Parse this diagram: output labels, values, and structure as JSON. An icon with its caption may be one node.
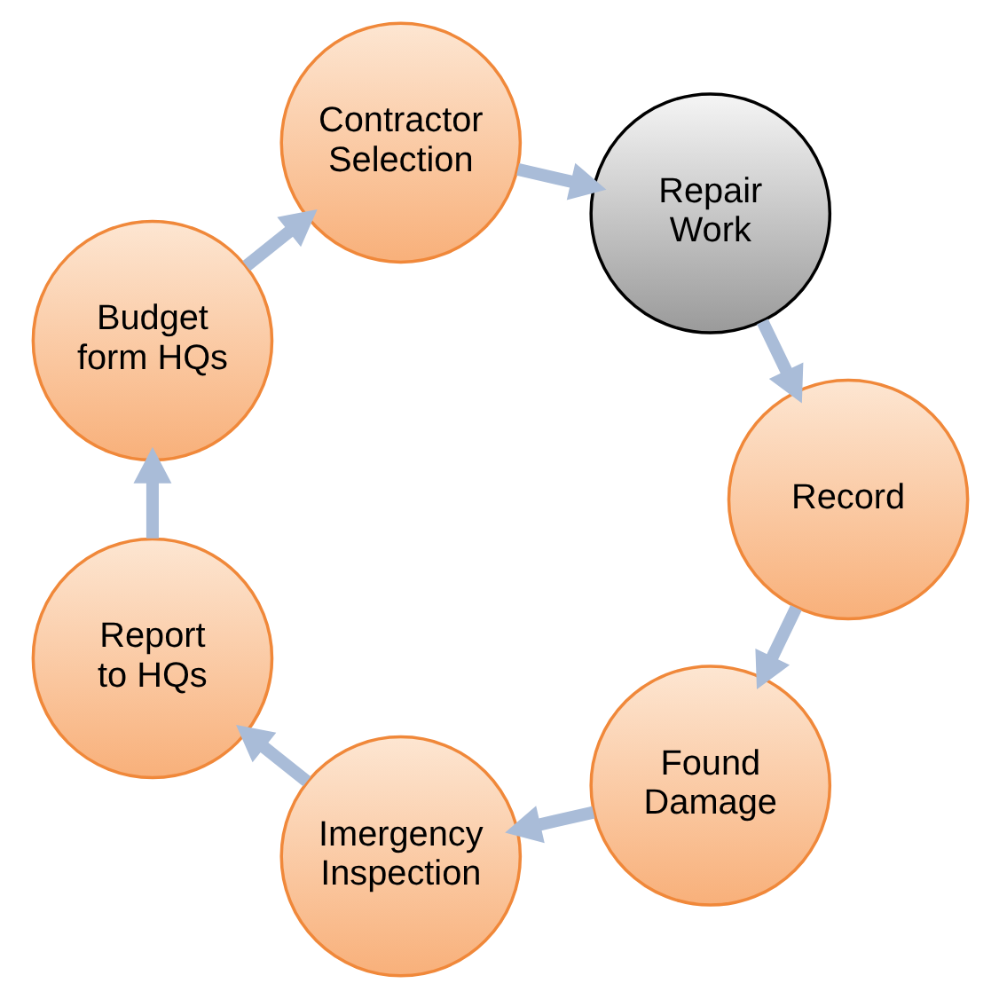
{
  "diagram": {
    "nodes": [
      {
        "text": [
          "Found Damage"
        ]
      },
      {
        "text": [
          "Imergency Inspection"
        ]
      },
      {
        "text": [
          "Report to HQs"
        ]
      },
      {
        "text": [
          "Budget form HQs"
        ]
      },
      {
        "text": [
          "Contractor Selection"
        ]
      },
      {
        "text": [
          "Repair Work"
        ]
      },
      {
        "text": [
          "Record"
        ]
      }
    ],
    "edges": [
      {
        "from": 0,
        "to": 1,
        "arrow": "to"
      },
      {
        "from": 1,
        "to": 2,
        "arrow": "to"
      },
      {
        "from": 2,
        "to": 3,
        "arrow": "to"
      },
      {
        "from": 3,
        "to": 4,
        "arrow": "to"
      },
      {
        "from": 4,
        "to": 5,
        "arrow": "to"
      },
      {
        "from": 5,
        "to": 6,
        "arrow": "to"
      },
      {
        "from": 6,
        "to": 0,
        "arrow": "to"
      }
    ]
  }
}
